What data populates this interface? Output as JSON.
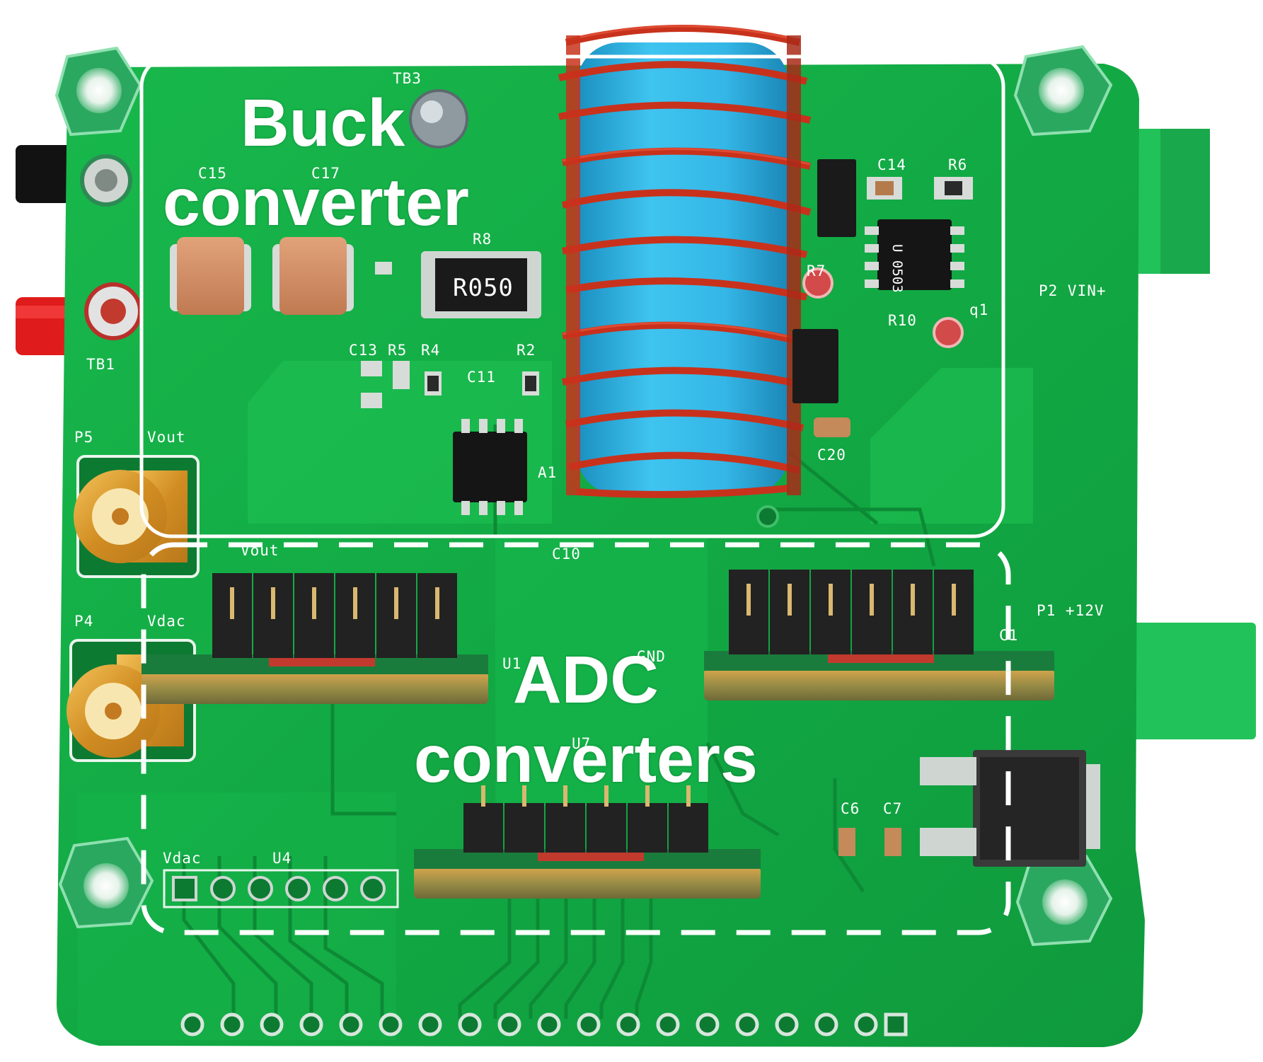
{
  "overlay_labels": {
    "buck": {
      "line1": "Buck",
      "line2": "converter"
    },
    "adc": {
      "line1": "ADC",
      "line2": "converters"
    }
  },
  "silkscreen": {
    "tb1": "TB1",
    "tb3": "TB3",
    "c15": "C15",
    "c17": "C17",
    "r8": "R8",
    "resistor_value": "R050",
    "c14": "C14",
    "r6": "R6",
    "r7": "R7",
    "r10": "R10",
    "q1": "q1",
    "c13": "C13",
    "r5": "R5",
    "r4": "R4",
    "r2": "R2",
    "c11": "C11",
    "c20": "C20",
    "a1": "A1",
    "p5": "P5",
    "vout": "Vout",
    "p4": "P4",
    "vdac": "Vdac",
    "p2": "P2 VIN+",
    "p1": "P1 +12V",
    "u1": "U1",
    "u7": "U7",
    "c6": "C6",
    "c7": "C7",
    "u4": "U4",
    "vdac_header": "Vdac",
    "vout_header": "Vout",
    "c10": "C10",
    "gnd": "GND",
    "c1": "C1",
    "ic_mark": "U 0503"
  },
  "colors": {
    "pcb_green": "#16b24a",
    "pcb_dark": "#0f8f37",
    "coil_copper": "#c8321c",
    "core_blue": "#2fb4e6",
    "connector_green": "#22c25a",
    "gold": "#e0a030",
    "overlay_white": "#ffffff"
  }
}
